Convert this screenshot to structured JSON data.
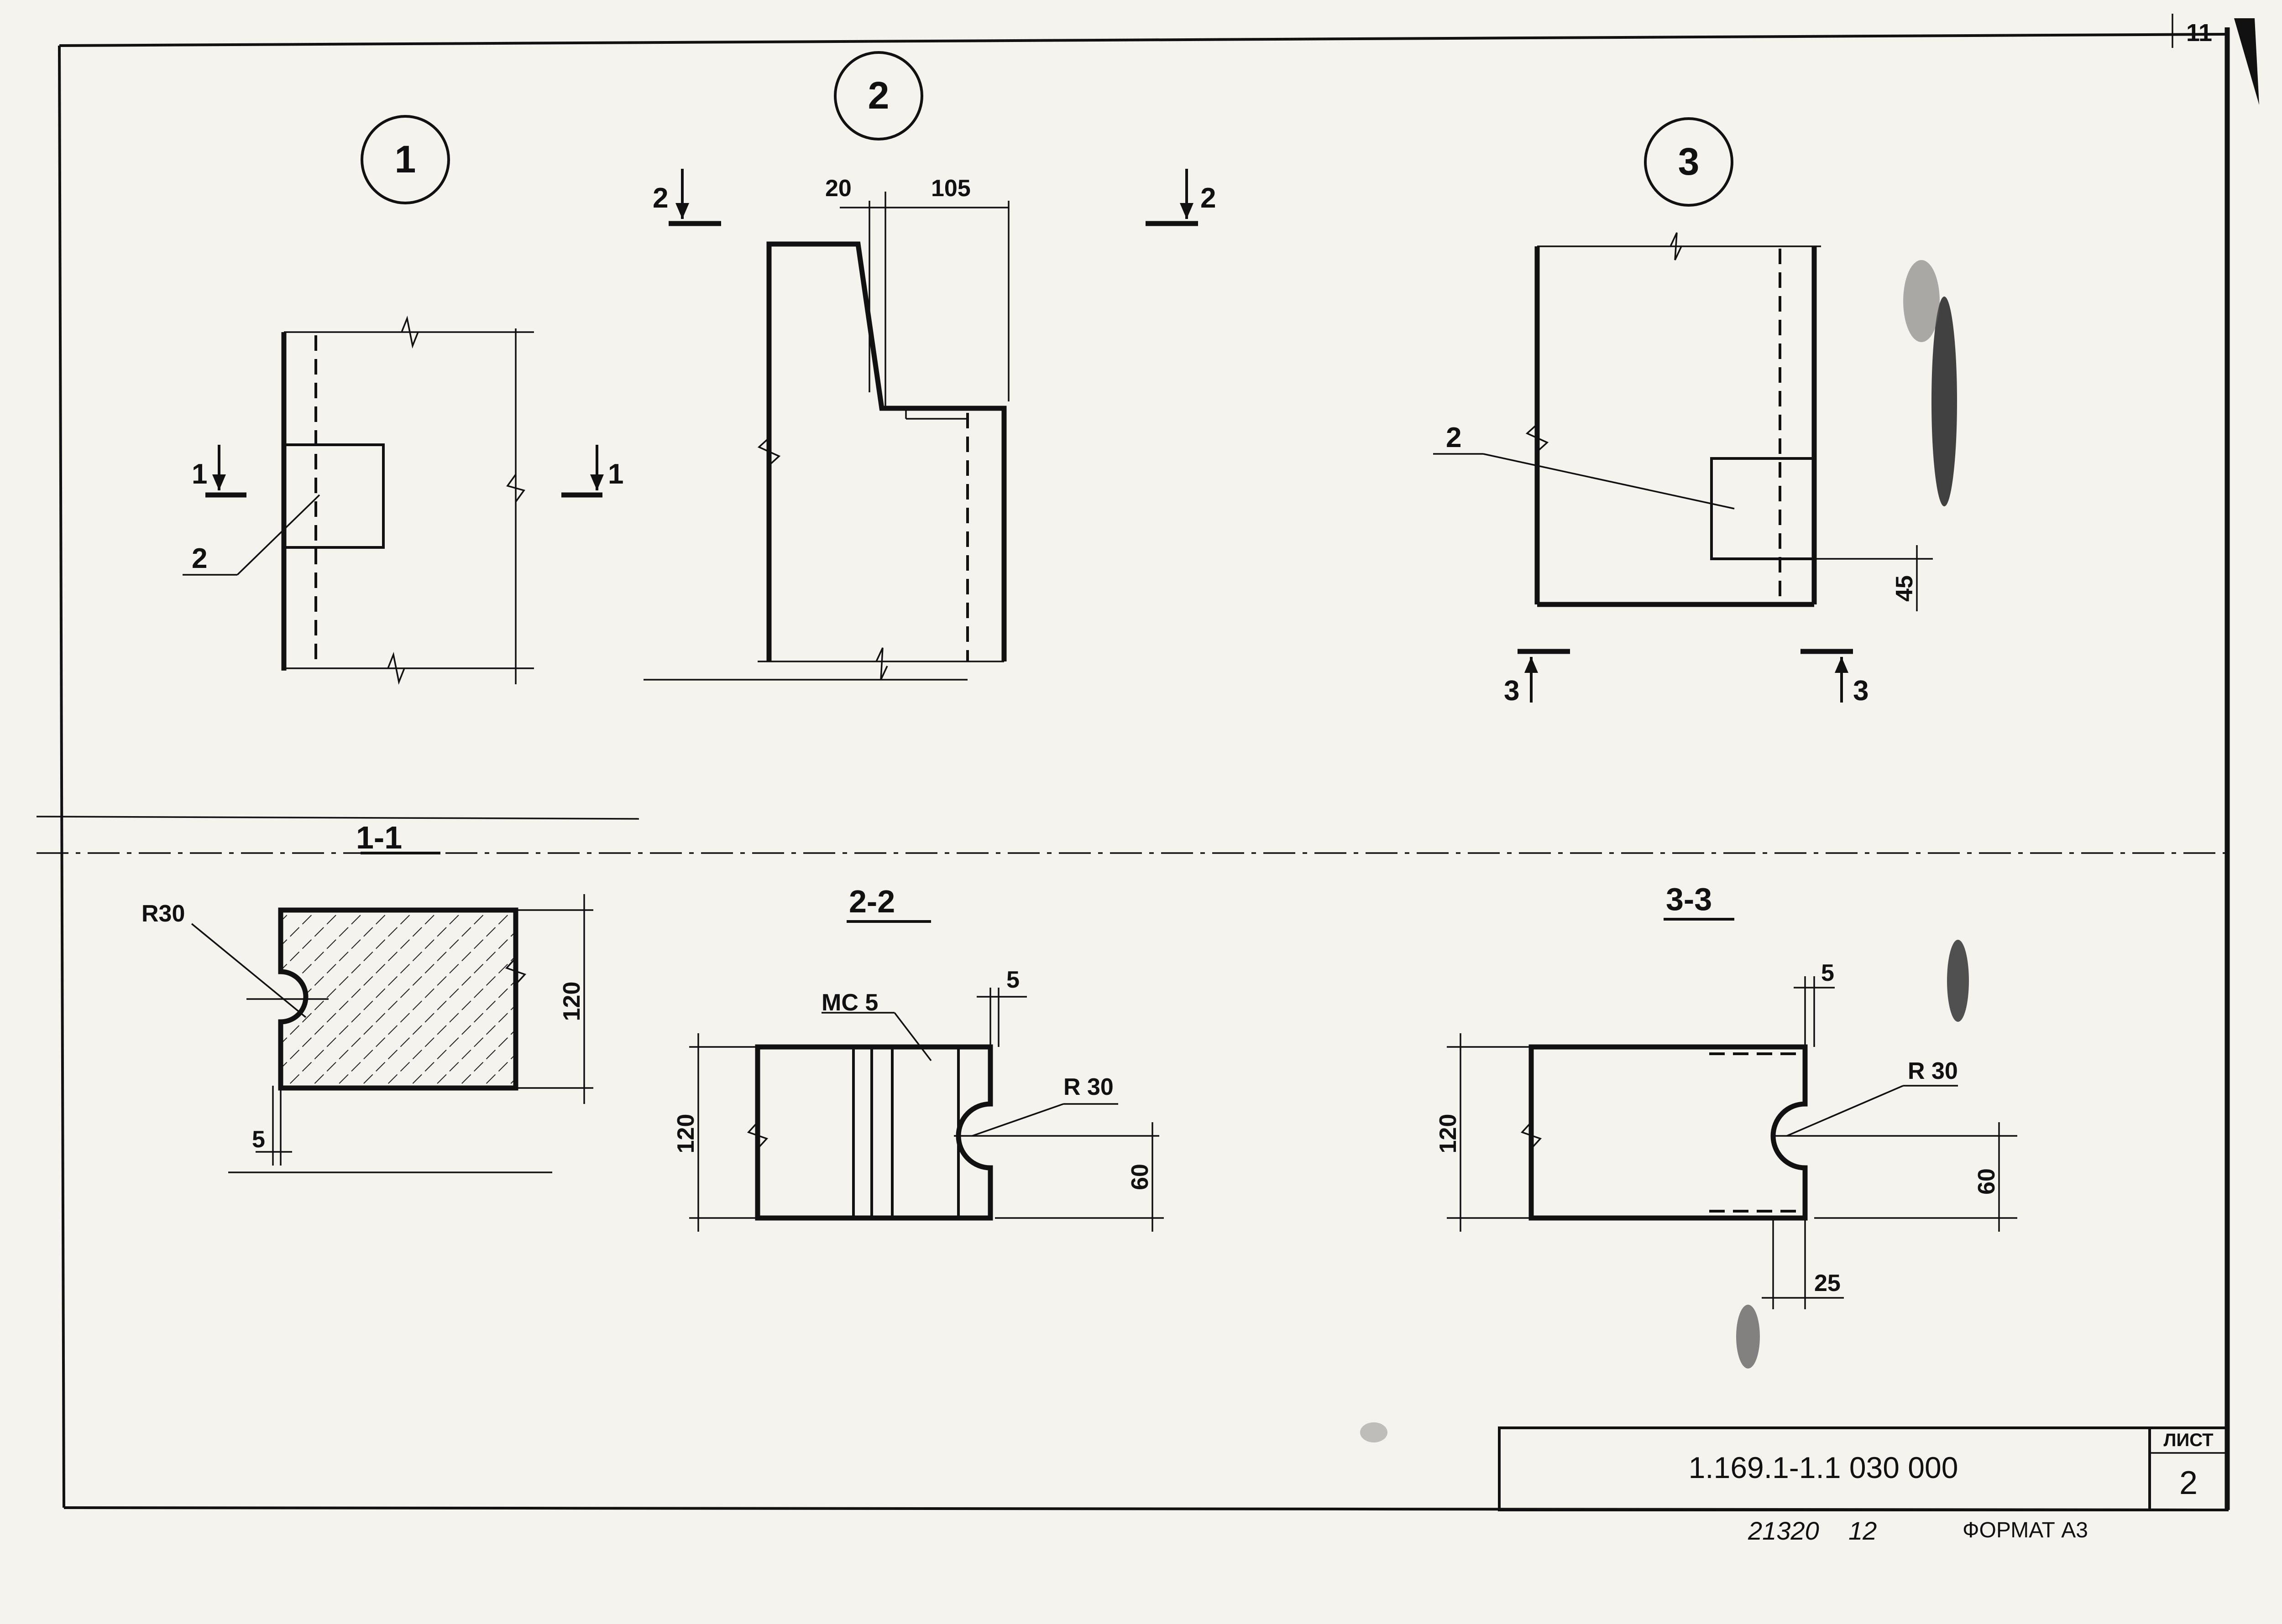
{
  "sheet_number_corner": "11",
  "views": [
    {
      "label": "1"
    },
    {
      "label": "2"
    },
    {
      "label": "3"
    }
  ],
  "section_markers": {
    "one": "1",
    "two": "2",
    "three": "3"
  },
  "callouts": {
    "view1_item": "2",
    "view3_item": "2"
  },
  "view2_dims": {
    "d20": "20",
    "d105": "105"
  },
  "view3_dims": {
    "d45": "45"
  },
  "sections": [
    {
      "title": "1-1",
      "r": "R30",
      "d5": "5",
      "d120": "120"
    },
    {
      "title": "2-2",
      "mc": "МС 5",
      "d5": "5",
      "r": "R 30",
      "d120": "120",
      "d60": "60"
    },
    {
      "title": "3-3",
      "d5": "5",
      "r": "R 30",
      "d120": "120",
      "d60": "60",
      "d25": "25"
    }
  ],
  "title_block": {
    "doc_code": "1.169.1-1.1 030 000",
    "sheet_label": "ЛИСТ",
    "sheet_number": "2",
    "inventory": "21320",
    "inventory_sub": "12",
    "format": "ФОРМАТ А3"
  }
}
